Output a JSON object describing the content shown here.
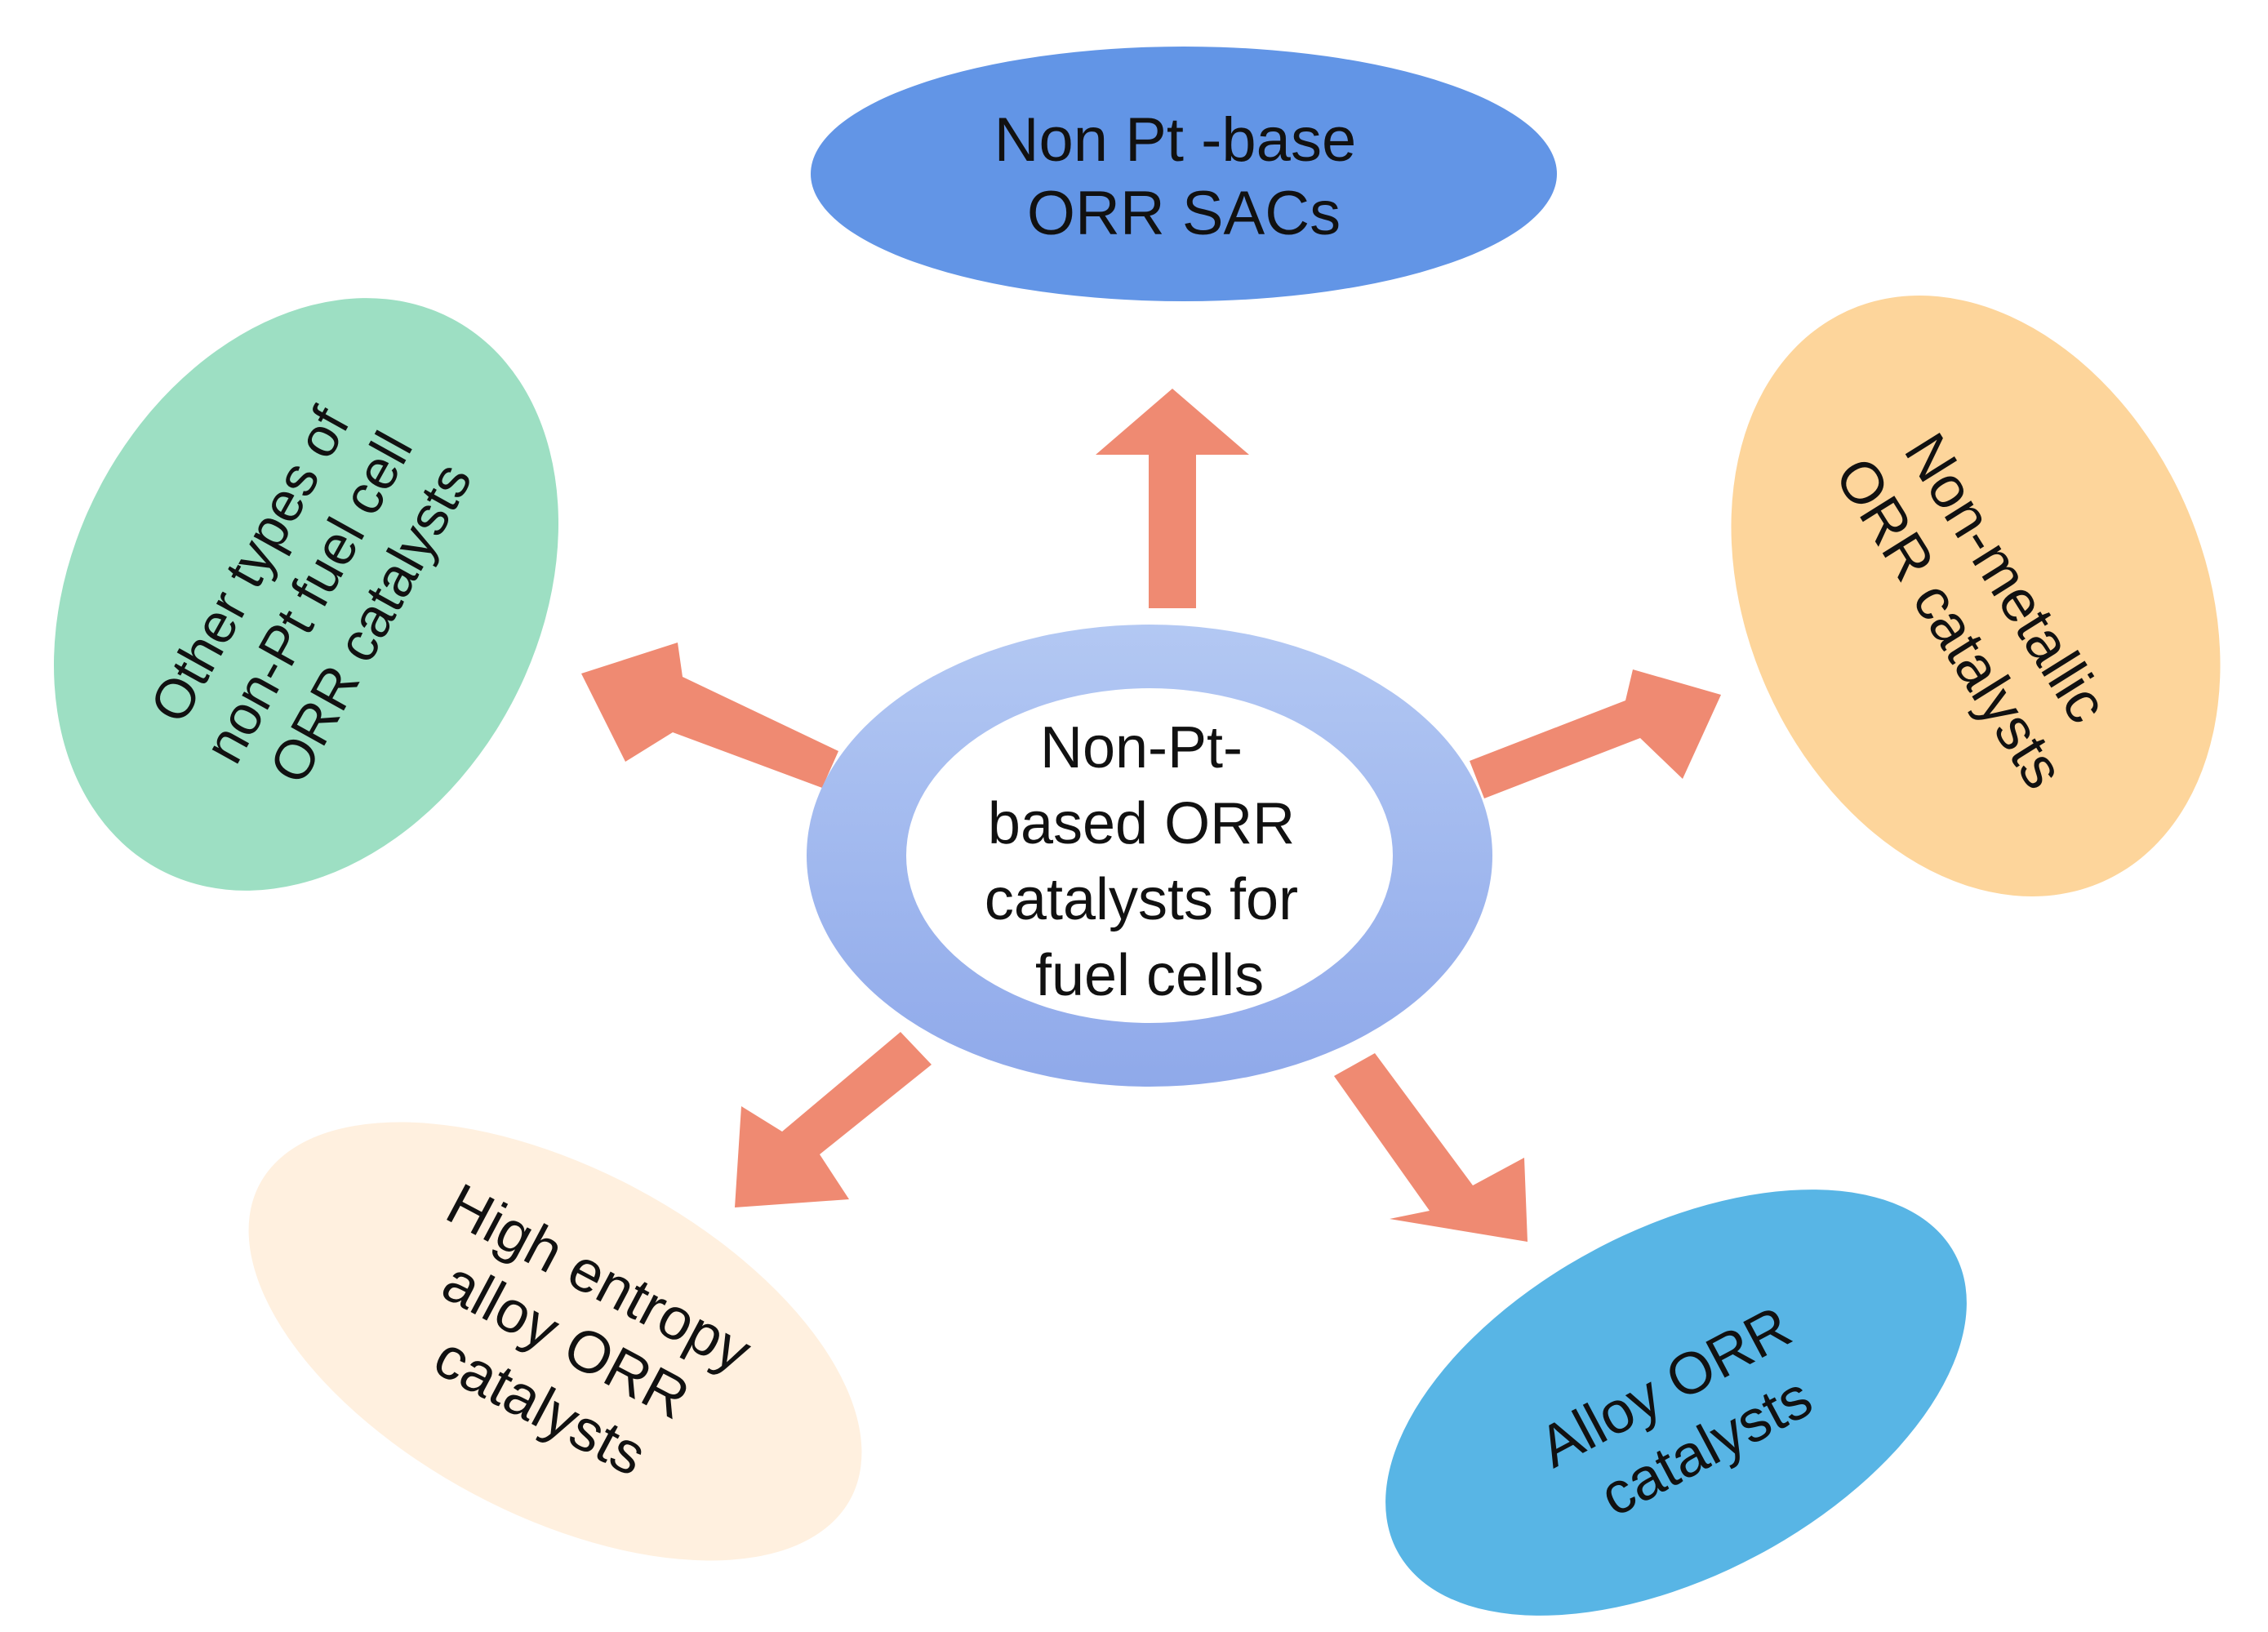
{
  "center": {
    "lines": [
      "Non-Pt-",
      "based ORR",
      "catalysts for",
      "fuel cells"
    ],
    "ring_color": "#9fb6ee",
    "inner_color": "#ffffff"
  },
  "arrow_color": "#ef8a72",
  "nodes": [
    {
      "id": "sacs",
      "lines": [
        "Non Pt -base",
        "ORR SACs"
      ],
      "color": "#6295e6"
    },
    {
      "id": "non-metallic",
      "lines": [
        "Non-metallic",
        "ORR catalysts"
      ],
      "color": "#fdd59b"
    },
    {
      "id": "alloy",
      "lines": [
        "Alloy ORR",
        "catalysts"
      ],
      "color": "#58b5e5"
    },
    {
      "id": "high-entropy",
      "lines": [
        "High entropy",
        "alloy ORR",
        "catalysts"
      ],
      "color": "#fff0df"
    },
    {
      "id": "other",
      "lines": [
        "Other types of",
        "non-Pt fuel cell",
        "ORR catalysts"
      ],
      "color": "#9ddfc3"
    }
  ]
}
